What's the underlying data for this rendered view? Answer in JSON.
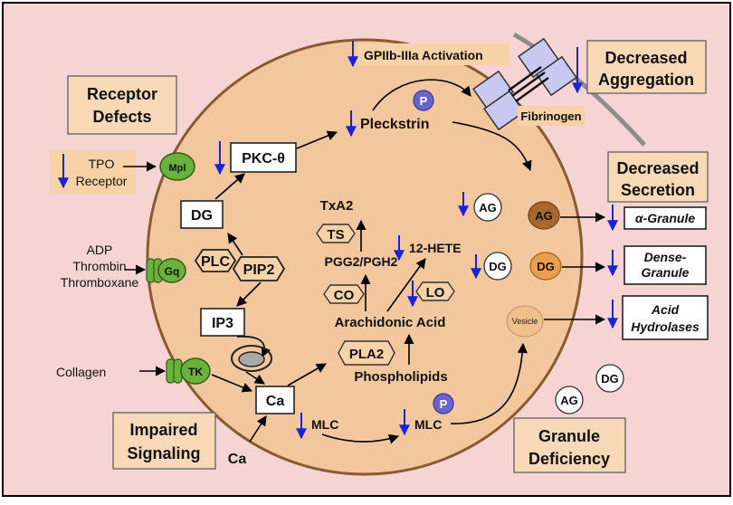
{
  "colors": {
    "background": "#f6d4d4",
    "cell": "#f2c79d",
    "cell_border": "#8a5a2e",
    "down_arrow": "#1a23d6",
    "receptor_green": "#6ab23c",
    "phospho_purple": "#6a64cf",
    "ag_granule": "#a8682c",
    "dg_granule": "#e8a050",
    "vesicle": "#f0c08c"
  },
  "callouts": {
    "receptor_defects": [
      "Receptor",
      "Defects"
    ],
    "impaired_signaling": [
      "Impaired",
      "Signaling"
    ],
    "decreased_aggregation": [
      "Decreased",
      "Aggregation"
    ],
    "decreased_secretion": [
      "Decreased",
      "Secretion"
    ],
    "granule_deficiency": [
      "Granule",
      "Deficiency"
    ]
  },
  "labels": {
    "gpiib": "GPIIb-IIIa Activation",
    "fibrinogen": "Fibrinogen",
    "pleckstrin": "Pleckstrin",
    "tpo": "TPO",
    "tpo_receptor": "Receptor",
    "mpl": "Mpl",
    "pkc": "PKC-θ",
    "dg_lipid": "DG",
    "plc": "PLC",
    "pip2": "PIP2",
    "ip3": "IP3",
    "ca_inner": "Ca",
    "ca_outer": "Ca",
    "gq": "Gq",
    "tk": "TK",
    "adp": "ADP",
    "thrombin": "Thrombin",
    "thromboxane": "Thromboxane",
    "collagen": "Collagen",
    "txa2": "TxA2",
    "ts": "TS",
    "pgg2": "PGG2/PGH2",
    "co": "CO",
    "hete": "12-HETE",
    "lo": "LO",
    "arachidonic": "Arachidonic Acid",
    "pla2": "PLA2",
    "phospholipids": "Phospholipids",
    "mlc1": "MLC",
    "mlc2": "MLC",
    "phospho": "P",
    "ag": "AG",
    "dg": "DG",
    "vesicle": "Vesicle"
  },
  "secretion_outputs": {
    "alpha_granule": [
      "α-Granule"
    ],
    "dense_granule": [
      "Dense-",
      "Granule"
    ],
    "acid_hydrolases": [
      "Acid",
      "Hydrolases"
    ]
  }
}
